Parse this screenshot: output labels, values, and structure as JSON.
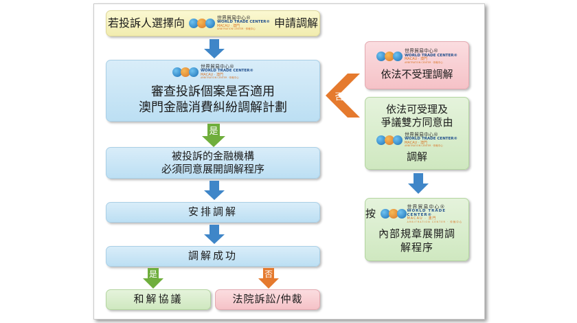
{
  "logo": {
    "name_zh": "世界貿易中心®",
    "name_en": "WORLD TRADE CENTER®",
    "macau": "MACAU · 澳門",
    "arbitration": "ARBITRATION CENTER · 仲裁中心"
  },
  "flow": {
    "top_prefix": "若投訴人選擇向",
    "top_suffix": "申請調解",
    "review_line1": "審查投訴個案是否適用",
    "review_line2": "澳門金融消費糾紛調解計劃",
    "yes_label": "是",
    "no_label": "否",
    "consent_line1": "被投訴的金融機構",
    "consent_line2": "必須同意展開調解程序",
    "arrange": "安排調解",
    "success": "調解成功",
    "agreement": "和解協議",
    "court": "法院訴訟/仲裁",
    "not_accepted": "依法不受理調解",
    "accepted_line1": "依法可受理及",
    "accepted_line2": "爭議雙方同意由",
    "accepted_line3": "調解",
    "by_prefix": "按",
    "internal_line1": "內部規章展開調",
    "internal_line2": "解程序"
  },
  "colors": {
    "blue_arrow": "#3f86c8",
    "green_arrow": "#6fae3c",
    "orange_arrow": "#e57a2e"
  }
}
